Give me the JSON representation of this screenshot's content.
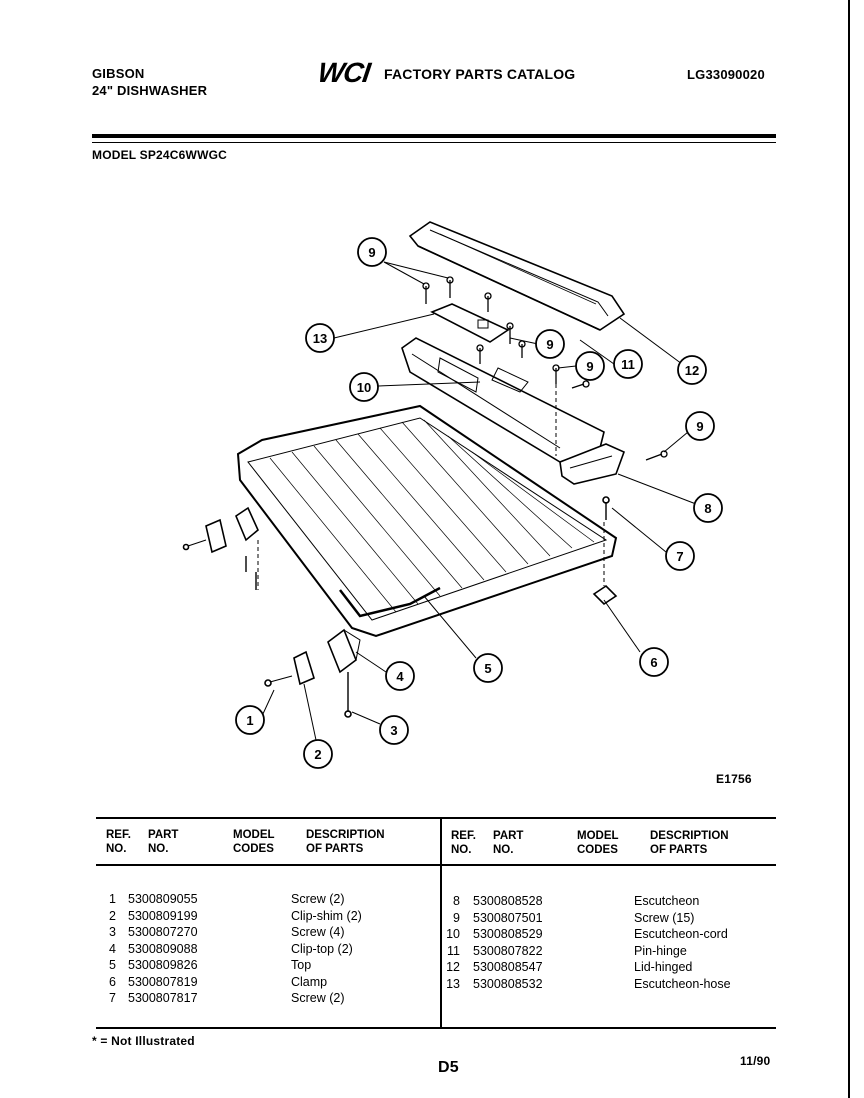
{
  "header": {
    "brand": "GIBSON",
    "product": "24\" DISHWASHER",
    "catalog_logo": "WCI",
    "catalog_title": "FACTORY PARTS CATALOG",
    "catalog_number": "LG33090020",
    "model": "MODEL SP24C6WWGC"
  },
  "diagram": {
    "figure_id": "E1756",
    "callouts": [
      "1",
      "2",
      "3",
      "4",
      "5",
      "6",
      "7",
      "8",
      "9",
      "10",
      "11",
      "12",
      "13"
    ]
  },
  "table": {
    "headers": {
      "ref_no": [
        "REF.",
        "NO."
      ],
      "part_no": [
        "PART",
        "NO."
      ],
      "model_codes": [
        "MODEL",
        "CODES"
      ],
      "description": [
        "DESCRIPTION",
        "OF PARTS"
      ]
    },
    "left_rows": [
      {
        "ref": "1",
        "part": "5300809055",
        "desc": "Screw (2)"
      },
      {
        "ref": "2",
        "part": "5300809199",
        "desc": "Clip-shim (2)"
      },
      {
        "ref": "3",
        "part": "5300807270",
        "desc": "Screw (4)"
      },
      {
        "ref": "4",
        "part": "5300809088",
        "desc": "Clip-top (2)"
      },
      {
        "ref": "5",
        "part": "5300809826",
        "desc": "Top"
      },
      {
        "ref": "6",
        "part": "5300807819",
        "desc": "Clamp"
      },
      {
        "ref": "7",
        "part": "5300807817",
        "desc": "Screw (2)"
      }
    ],
    "right_rows": [
      {
        "ref": "8",
        "part": "5300808528",
        "desc": "Escutcheon"
      },
      {
        "ref": "9",
        "part": "5300807501",
        "desc": "Screw (15)"
      },
      {
        "ref": "10",
        "part": "5300808529",
        "desc": "Escutcheon-cord"
      },
      {
        "ref": "11",
        "part": "5300807822",
        "desc": "Pin-hinge"
      },
      {
        "ref": "12",
        "part": "5300808547",
        "desc": "Lid-hinged"
      },
      {
        "ref": "13",
        "part": "5300808532",
        "desc": "Escutcheon-hose"
      }
    ]
  },
  "footer": {
    "note": "* = Not Illustrated",
    "page_code": "D5",
    "date": "11/90"
  }
}
